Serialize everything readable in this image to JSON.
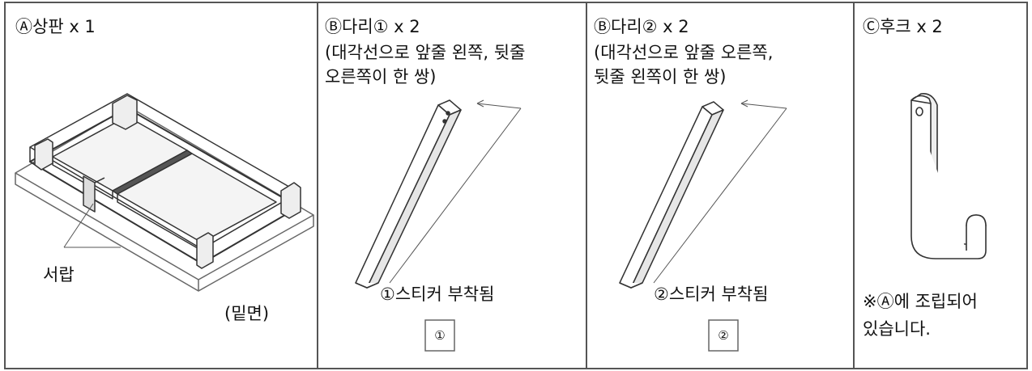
{
  "parts": [
    {
      "title": "Ⓐ상판 x 1",
      "callout": "서랍",
      "view_note": "(밑면)"
    },
    {
      "title": "Ⓑ다리① x 2",
      "subtitle": "(대각선으로 앞줄 왼쪽, 뒷줄\n오른쪽이 한 쌍)",
      "sticker_note": "①스티커 부착됨",
      "sticker_mark": "①"
    },
    {
      "title": "Ⓑ다리② x 2",
      "subtitle": "(대각선으로 앞줄 오른쪽,\n뒷줄 왼쪽이 한 쌍)",
      "sticker_note": "②스티커 부착됨",
      "sticker_mark": "②"
    },
    {
      "title": "Ⓒ후크 x 2",
      "note": "※Ⓐ에 조립되어\n있습니다."
    }
  ]
}
